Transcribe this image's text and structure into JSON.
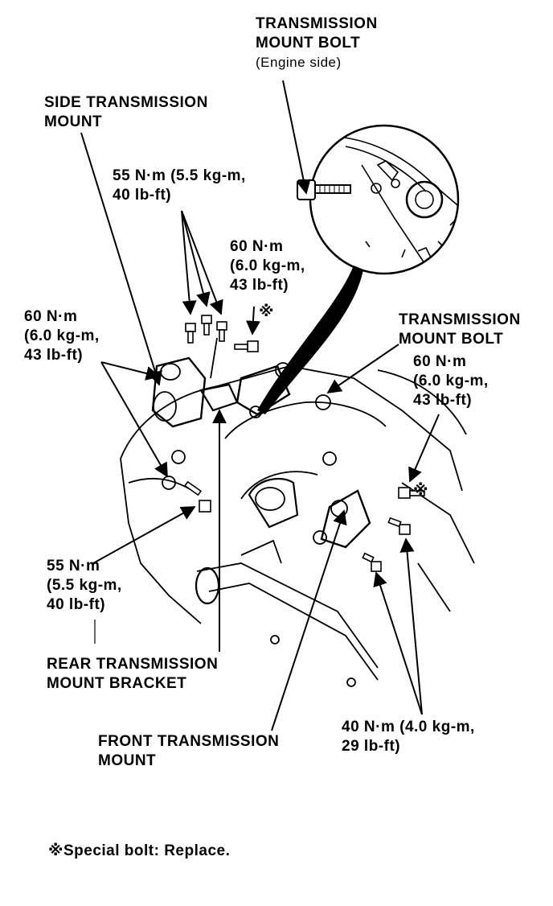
{
  "labels": {
    "trans_mount_bolt_engine": {
      "line1": "TRANSMISSION",
      "line2": "MOUNT BOLT",
      "line3": "(Engine side)"
    },
    "side_trans_mount": {
      "line1": "SIDE TRANSMISSION",
      "line2": "MOUNT"
    },
    "torque_55_top": {
      "line1": "55 N·m (5.5 kg-m,",
      "line2": "40 lb-ft)"
    },
    "torque_60_center": {
      "line1": "60 N·m",
      "line2": "(6.0 kg-m,",
      "line3": "43 lb-ft)",
      "mark": "※"
    },
    "torque_60_left": {
      "line1": "60 N·m",
      "line2": "(6.0 kg-m,",
      "line3": "43 lb-ft)"
    },
    "trans_mount_bolt_right": {
      "line1": "TRANSMISSION",
      "line2": "MOUNT BOLT"
    },
    "torque_60_right": {
      "line1": "60 N·m",
      "line2": "(6.0 kg-m,",
      "line3": "43 lb-ft)",
      "mark": "※"
    },
    "torque_55_left": {
      "line1": "55 N·m",
      "line2": "(5.5 kg-m,",
      "line3": "40 lb-ft)"
    },
    "rear_trans_mount_bracket": {
      "line1": "REAR TRANSMISSION",
      "line2": "MOUNT BRACKET"
    },
    "front_trans_mount": {
      "line1": "FRONT TRANSMISSION",
      "line2": "MOUNT"
    },
    "torque_40": {
      "line1": "40 N·m (4.0 kg-m,",
      "line2": "29 lb-ft)"
    }
  },
  "footnote": "※Special bolt: Replace.",
  "colors": {
    "ink": "#000000",
    "paper": "#ffffff"
  }
}
